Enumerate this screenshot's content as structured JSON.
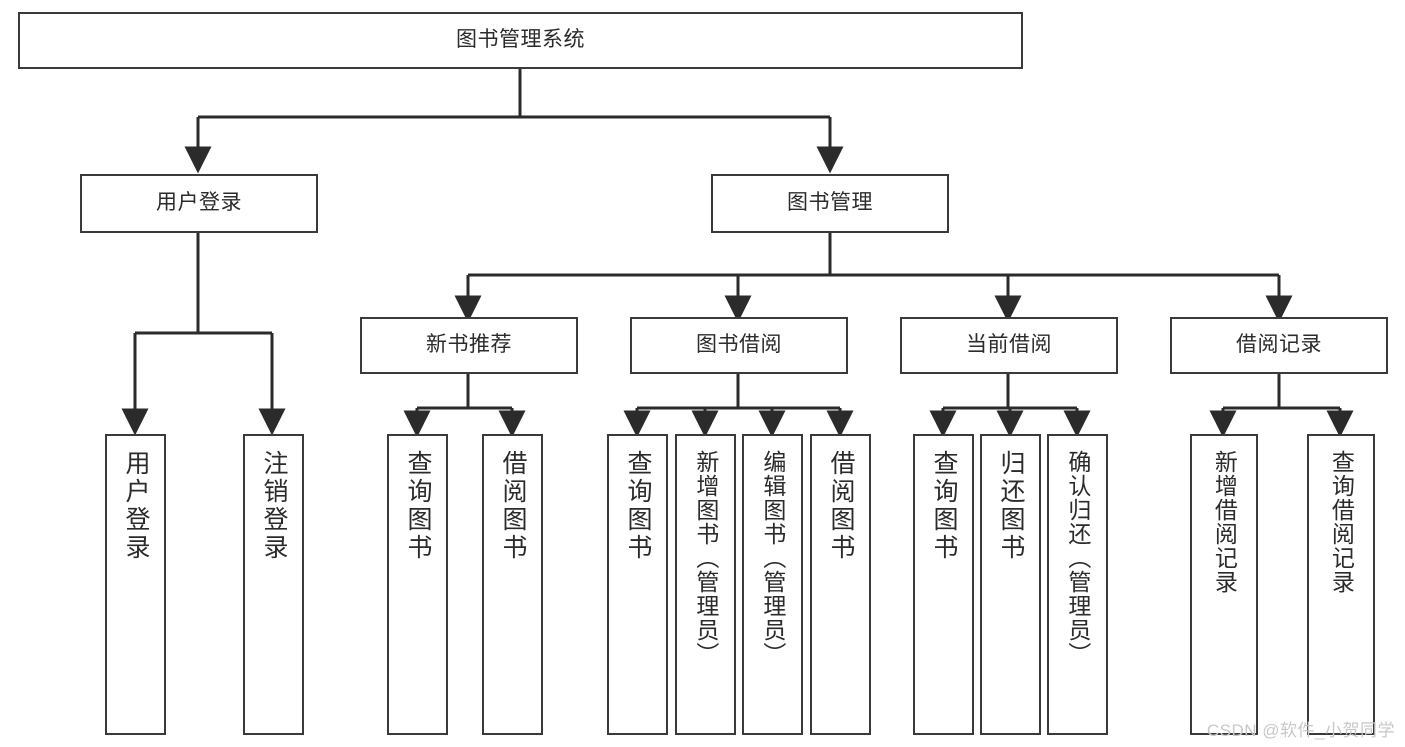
{
  "diagram": {
    "type": "tree-hierarchy-chart",
    "title": "图书管理系统",
    "watermark": "CSDN @软件_小贺同学",
    "colors": {
      "box_border": "#3a3a3a",
      "box_fill": "#ffffff",
      "edge": "#2b2b2b",
      "text": "#2b2b2b",
      "watermark": "#c8c8c8"
    },
    "nodes": {
      "root": {
        "label": "图书管理系统"
      },
      "level1": [
        {
          "id": "user_login",
          "label": "用户登录"
        },
        {
          "id": "book_manage",
          "label": "图书管理"
        }
      ],
      "level2": [
        {
          "id": "new_book_rec",
          "label": "新书推荐"
        },
        {
          "id": "book_borrow",
          "label": "图书借阅"
        },
        {
          "id": "current_borrow",
          "label": "当前借阅"
        },
        {
          "id": "borrow_record",
          "label": "借阅记录"
        }
      ],
      "leaves": {
        "user_login": [
          {
            "id": "leaf_user_login",
            "label": "用户登录"
          },
          {
            "id": "leaf_logout",
            "label": "注销登录"
          }
        ],
        "new_book_rec": [
          {
            "id": "leaf_query_book_1",
            "label": "查询图书"
          },
          {
            "id": "leaf_borrow_book_1",
            "label": "借阅图书"
          }
        ],
        "book_borrow": [
          {
            "id": "leaf_query_book_2",
            "label": "查询图书"
          },
          {
            "id": "leaf_add_book",
            "label": "新增图书（管理员）"
          },
          {
            "id": "leaf_edit_book",
            "label": "编辑图书（管理员）"
          },
          {
            "id": "leaf_borrow_book_2",
            "label": "借阅图书"
          }
        ],
        "current_borrow": [
          {
            "id": "leaf_query_book_3",
            "label": "查询图书"
          },
          {
            "id": "leaf_return_book",
            "label": "归还图书"
          },
          {
            "id": "leaf_confirm_return",
            "label": "确认归还（管理员）"
          }
        ],
        "borrow_record": [
          {
            "id": "leaf_add_record",
            "label": "新增借阅记录"
          },
          {
            "id": "leaf_query_record",
            "label": "查询借阅记录"
          }
        ]
      }
    }
  }
}
